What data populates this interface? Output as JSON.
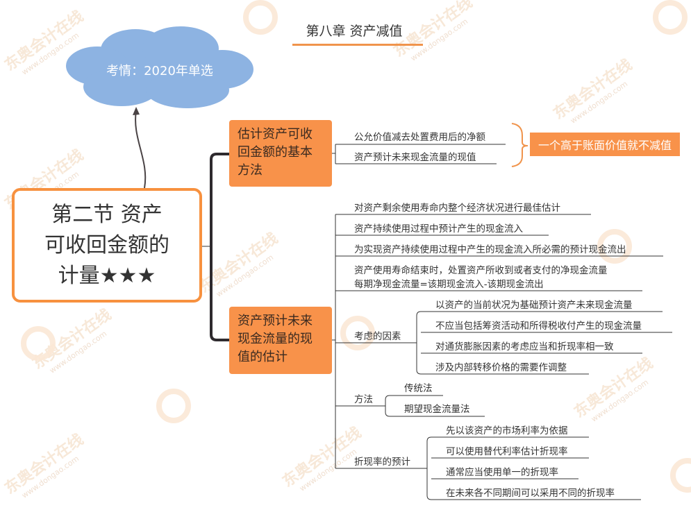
{
  "title": "第八章 资产减值",
  "cloud_note": "考情：2020年单选",
  "root": {
    "label": "第二节 资产可收回金额的计量★★★"
  },
  "branch1": {
    "label": "估计资产可收回金额的基本方法",
    "items": [
      "公允价值减去处置费用后的净额",
      "资产预计未来现金流量的现值"
    ],
    "summary": "一个高于账面价值就不减值"
  },
  "branch2": {
    "label": "资产预计未来现金流量的现值的估计",
    "items": [
      "对资产剩余使用寿命内整个经济状况进行最佳估计",
      "资产持续使用过程中预计产生的现金流入",
      "为实现资产持续使用过程中产生的现金流入所必需的预计现金流出",
      "资产使用寿命结束时，处置资产所收到或者支付的净现金流量",
      "每期净现金流量=该期现金流入-该期现金流出"
    ],
    "factors": {
      "label": "考虑的因素",
      "items": [
        "以资产的当前状况为基础预计资产未来现金流量",
        "不应当包括筹资活动和所得税收付产生的现金流量",
        "对通货膨胀因素的考虑应当和折现率相一致",
        "涉及内部转移价格的需要作调整"
      ]
    },
    "methods": {
      "label": "方法",
      "items": [
        "传统法",
        "期望现金流量法"
      ]
    },
    "discount": {
      "label": "折现率的预计",
      "items": [
        "先以该资产的市场利率为依据",
        "可以使用替代利率估计折现率",
        "通常应当使用单一的折现率",
        "在未来各不同期间可以采用不同的折现率"
      ]
    }
  },
  "watermark": {
    "brand": "东奥会计在线",
    "url": "www.dongao.com"
  },
  "colors": {
    "accent": "#f8924a",
    "root_border": "#f7913f",
    "cloud": "#8db3e2",
    "line": "#333333"
  }
}
